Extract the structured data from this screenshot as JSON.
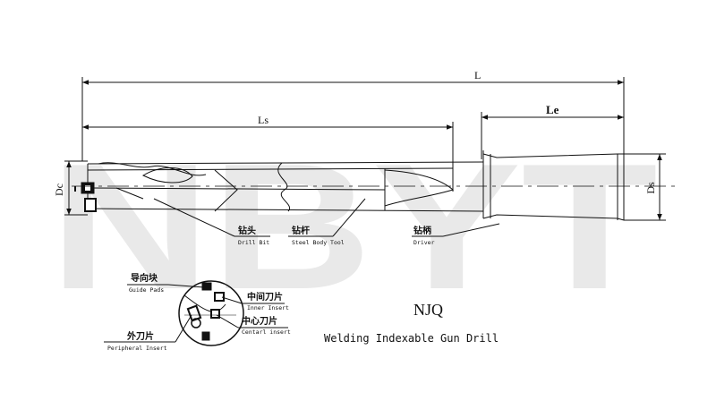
{
  "watermark": "NBYT",
  "dimensions": {
    "overall_length": "L",
    "flute_length": "Ls",
    "shank_length": "Le",
    "cutting_diameter": "Dc",
    "shank_diameter": "Ds"
  },
  "labels": {
    "drill_bit_cn": "钻头",
    "drill_bit_en": "Drill Bit",
    "steel_body_cn": "钻杆",
    "steel_body_en": "Steel Body Tool",
    "driver_cn": "钻柄",
    "driver_en": "Driver",
    "guide_pads_cn": "导向块",
    "guide_pads_en": "Guide Pads",
    "peripheral_cn": "外刀片",
    "peripheral_en": "Peripheral Insert",
    "inner_cn": "中间刀片",
    "inner_en": "Inner Insert",
    "central_cn": "中心刀片",
    "central_en": "Centarl insert"
  },
  "model": "NJQ",
  "caption": "Welding Indexable Gun Drill"
}
